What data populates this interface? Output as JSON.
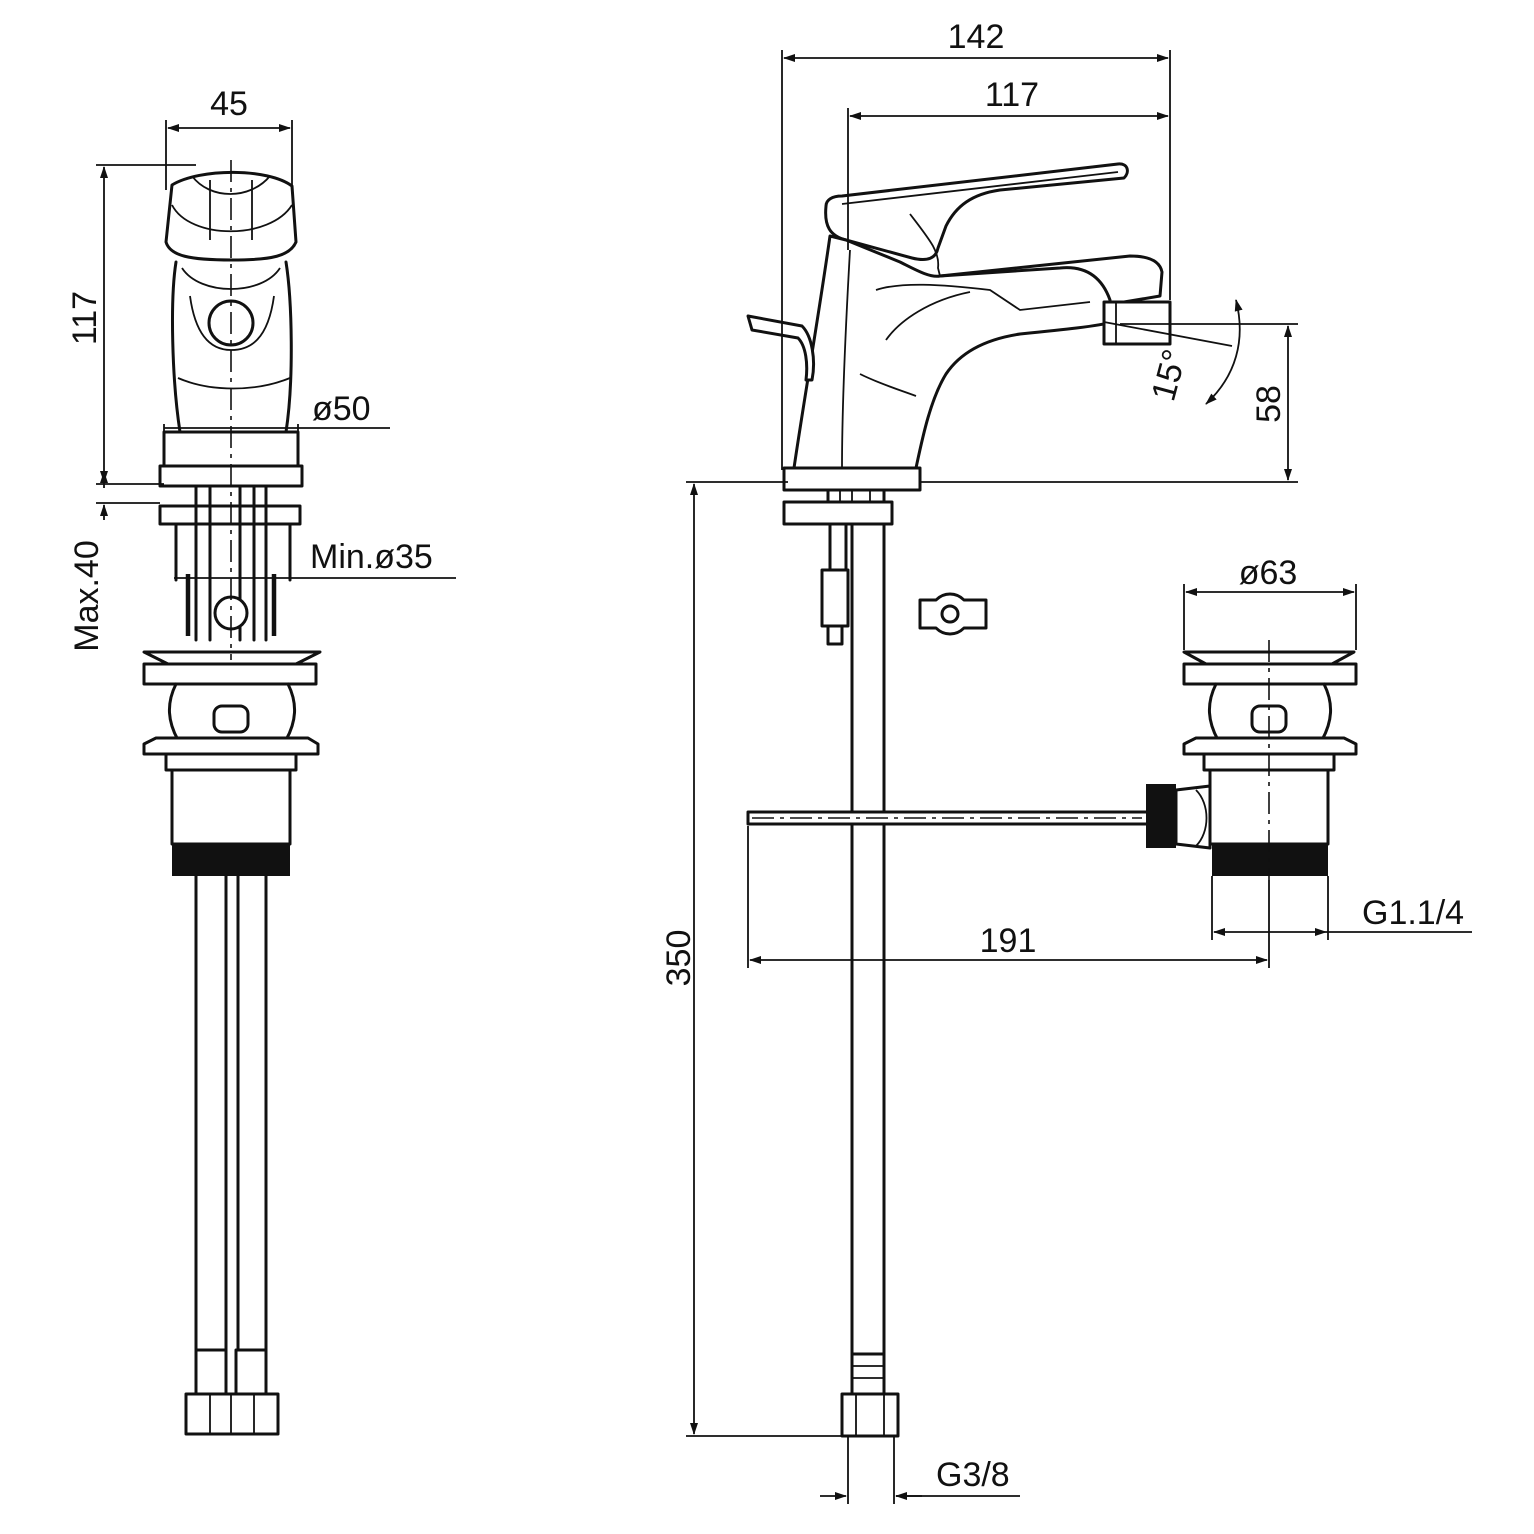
{
  "dimensions": {
    "side_width": "45",
    "side_height": "117",
    "base_diameter": "ø50",
    "hole_diameter": "Min.ø35",
    "deck_thickness": "Max.40",
    "total_length": "142",
    "spout_reach": "117",
    "spout_height": "58",
    "spray_angle": "15°",
    "hose_length": "350",
    "waste_diameter": "ø63",
    "pull_rod_length": "191",
    "waste_thread": "G1.1/4",
    "hose_thread": "G3/8"
  },
  "colors": {
    "line": "#111111",
    "background": "#ffffff"
  }
}
